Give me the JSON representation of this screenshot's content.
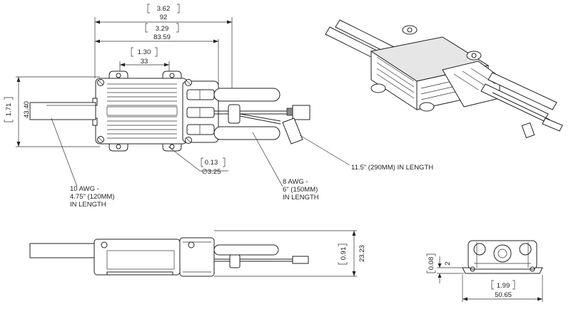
{
  "dimensions": {
    "overall_length_in": "3.62",
    "overall_length_mm": "92",
    "body_length_in": "3.29",
    "body_length_mm": "83.59",
    "mount_spacing_in": "1.30",
    "mount_spacing_mm": "33",
    "height_in": "1.71",
    "height_mm": "43.40",
    "hole_dia_in": "0.13",
    "hole_dia_mm": "∅3.25",
    "side_height_in": "0.91",
    "side_height_mm": "23.23",
    "end_small_in": "0.08",
    "end_small_mm": "2",
    "end_width_in": "1.99",
    "end_width_mm": "50.65"
  },
  "callouts": {
    "wire10_l1": "10 AWG -",
    "wire10_l2": "4.75\" (120MM)",
    "wire10_l3": "IN LENGTH",
    "wire8_l1": "8 AWG -",
    "wire8_l2": "6\" (150MM)",
    "wire8_l3": "IN LENGTH",
    "signal": "11.5\" (290MM) IN LENGTH"
  }
}
